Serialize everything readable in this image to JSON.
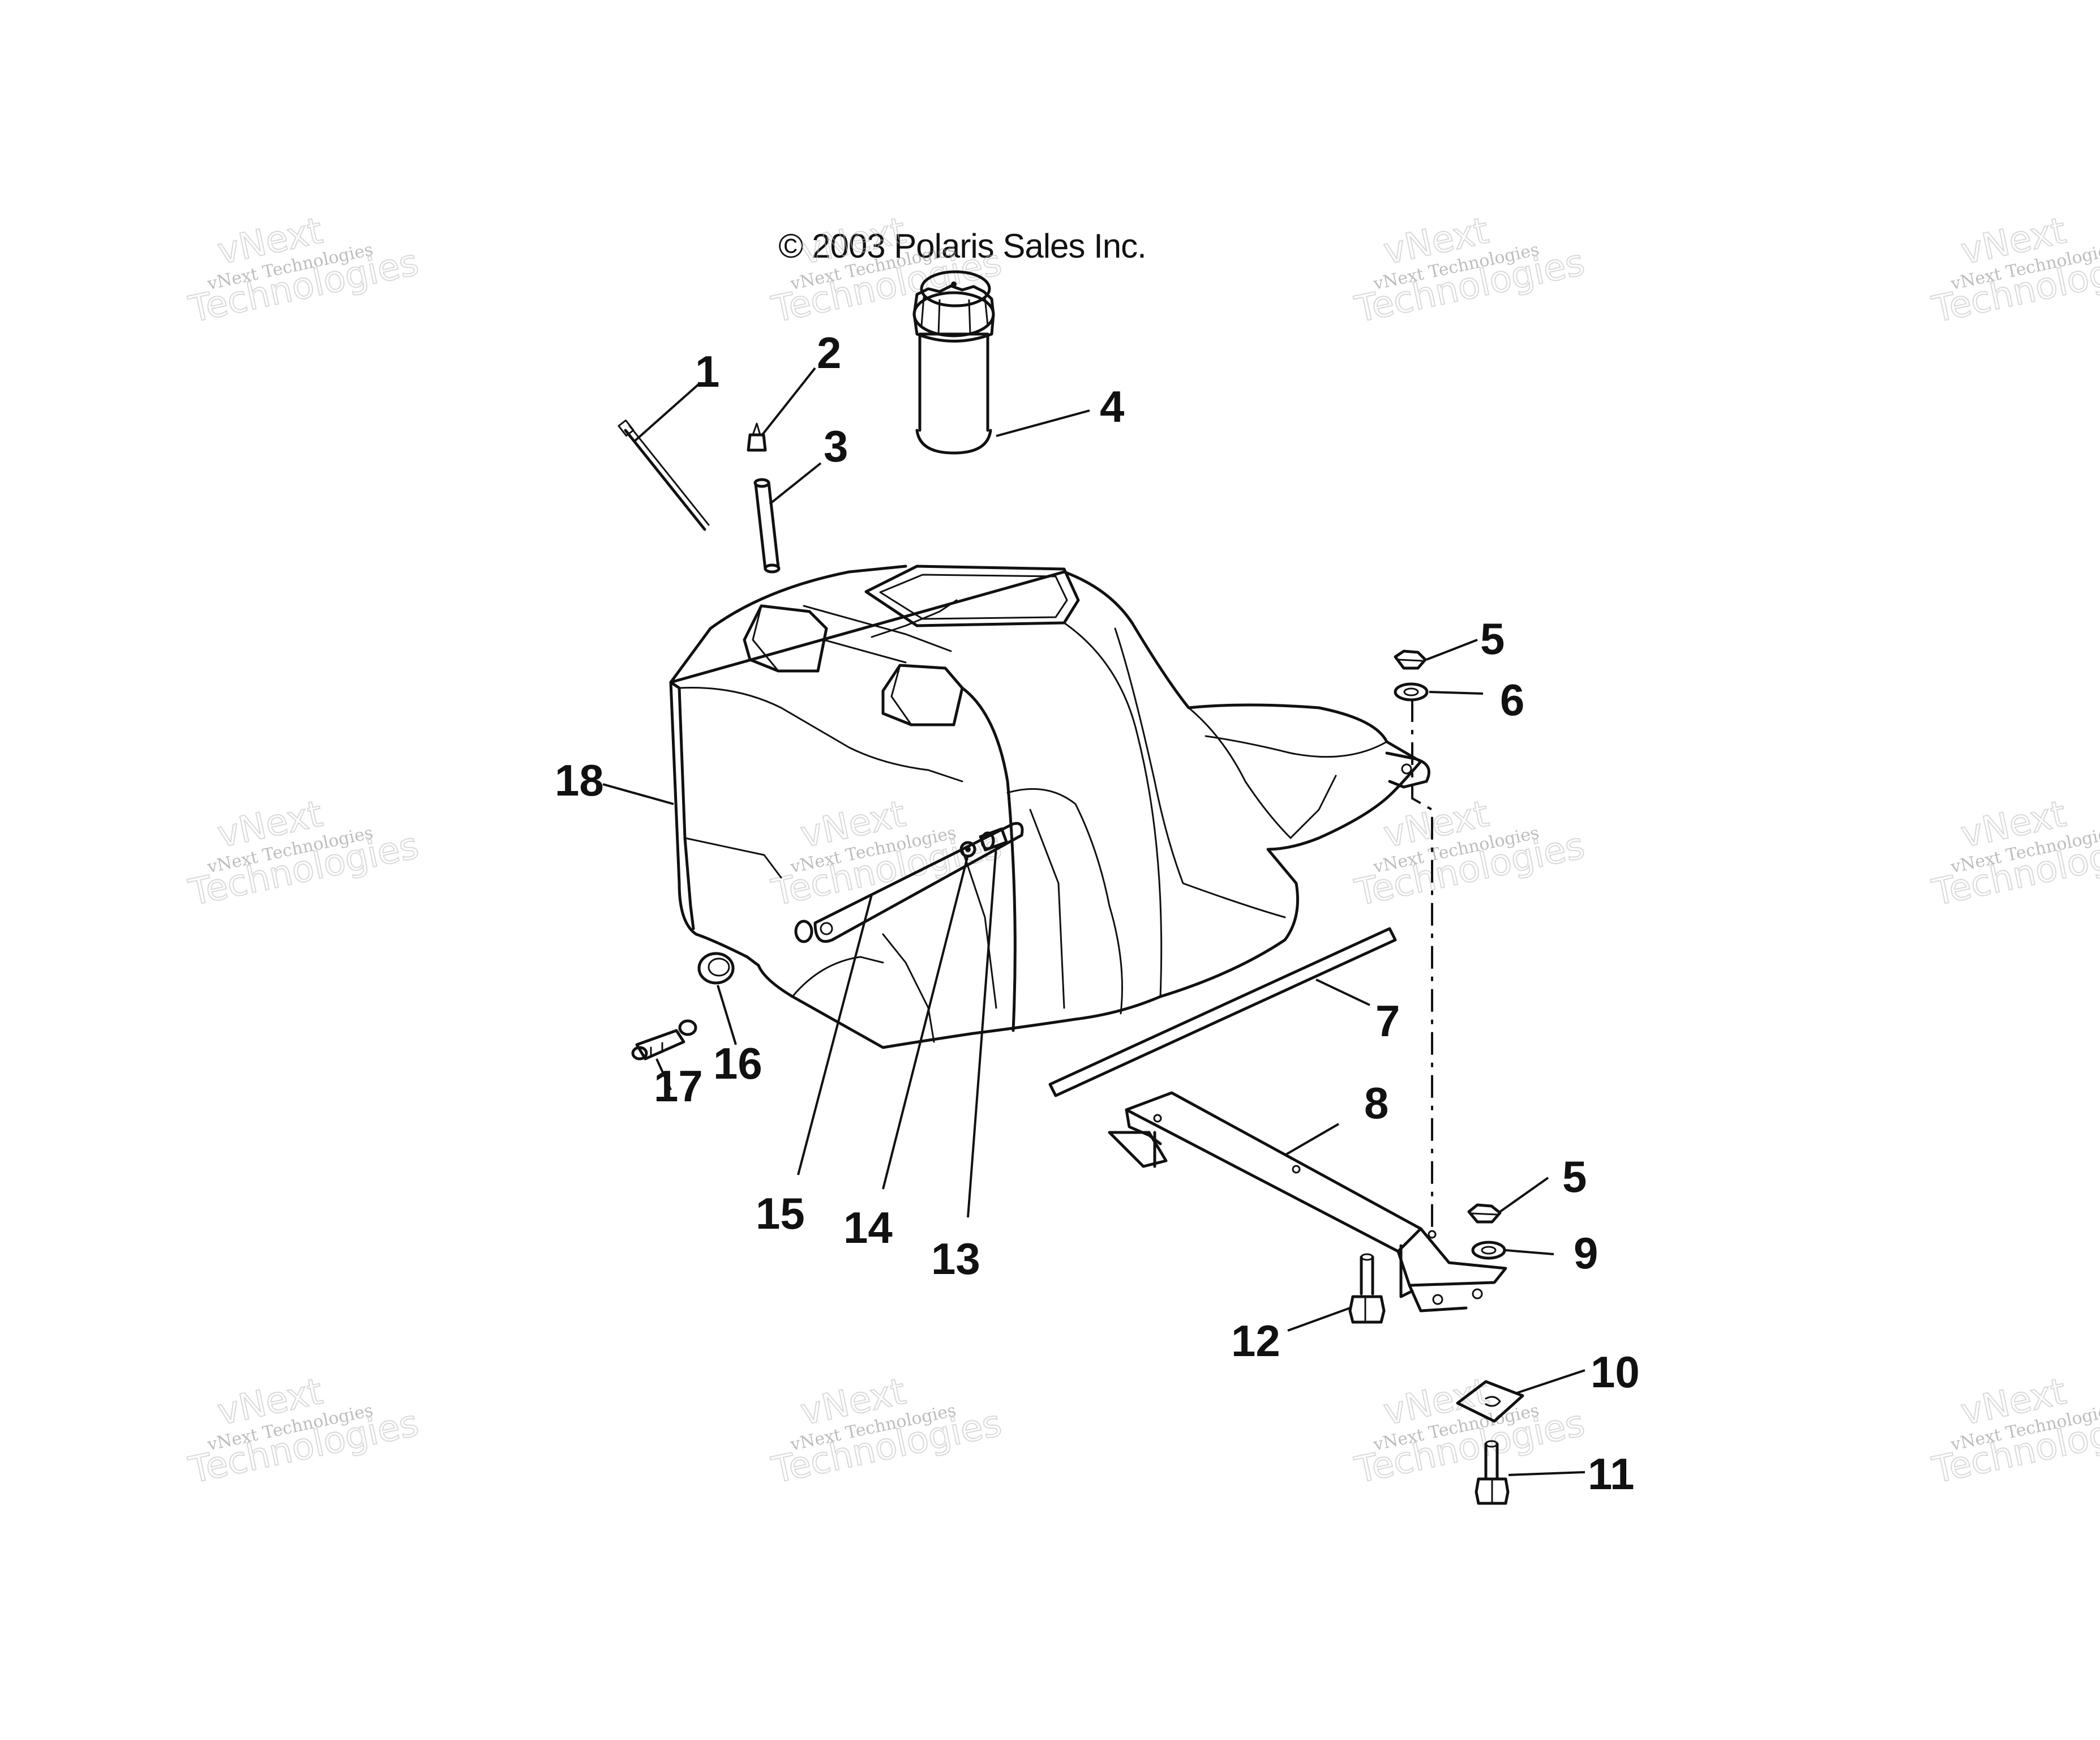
{
  "copyright": "© 2003 Polaris Sales Inc.",
  "watermark": {
    "line1": "vNext",
    "line2": "vNext Technologies",
    "line3": "Technologies"
  },
  "callouts": [
    {
      "id": "1",
      "label": "1"
    },
    {
      "id": "2",
      "label": "2"
    },
    {
      "id": "3",
      "label": "3"
    },
    {
      "id": "4",
      "label": "4"
    },
    {
      "id": "5a",
      "label": "5"
    },
    {
      "id": "6",
      "label": "6"
    },
    {
      "id": "7",
      "label": "7"
    },
    {
      "id": "8",
      "label": "8"
    },
    {
      "id": "5b",
      "label": "5"
    },
    {
      "id": "9",
      "label": "9"
    },
    {
      "id": "10",
      "label": "10"
    },
    {
      "id": "11",
      "label": "11"
    },
    {
      "id": "12",
      "label": "12"
    },
    {
      "id": "13",
      "label": "13"
    },
    {
      "id": "14",
      "label": "14"
    },
    {
      "id": "15",
      "label": "15"
    },
    {
      "id": "16",
      "label": "16"
    },
    {
      "id": "17",
      "label": "17"
    },
    {
      "id": "18",
      "label": "18"
    }
  ]
}
